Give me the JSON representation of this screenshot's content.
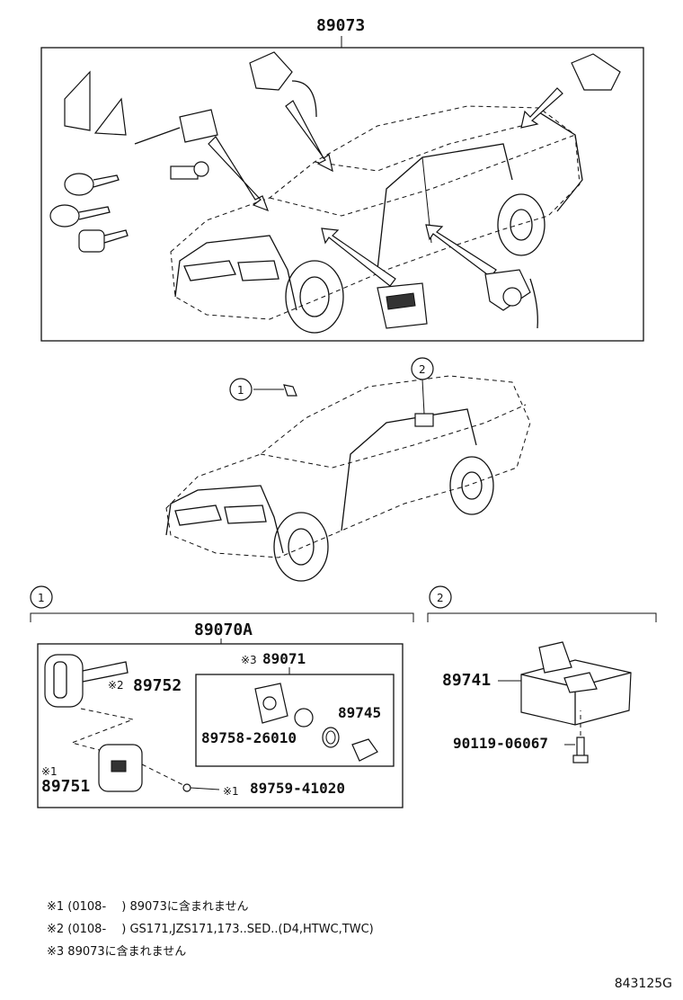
{
  "parts": {
    "top_group": "89073",
    "group_1": "89070A",
    "sub_group_3": "89071",
    "sub_group_3_marker": "※3",
    "key_852": "89752",
    "key_852_marker": "※2",
    "key_851": "89751",
    "key_851_marker": "※1",
    "p_89745": "89745",
    "p_89758": "89758-26010",
    "p_89759": "89759-41020",
    "p_89759_marker": "※1",
    "p_89741": "89741",
    "p_90119": "90119-06067"
  },
  "callouts": {
    "c1": "1",
    "c2": "2"
  },
  "notes": [
    "※1 (0108-　 ) 89073に含まれません",
    "※2 (0108-　 ) GS171,JZS171,173..SED..(D4,HTWC,TWC)",
    "※3 89073に含まれません"
  ],
  "diagram_code": "843125G"
}
